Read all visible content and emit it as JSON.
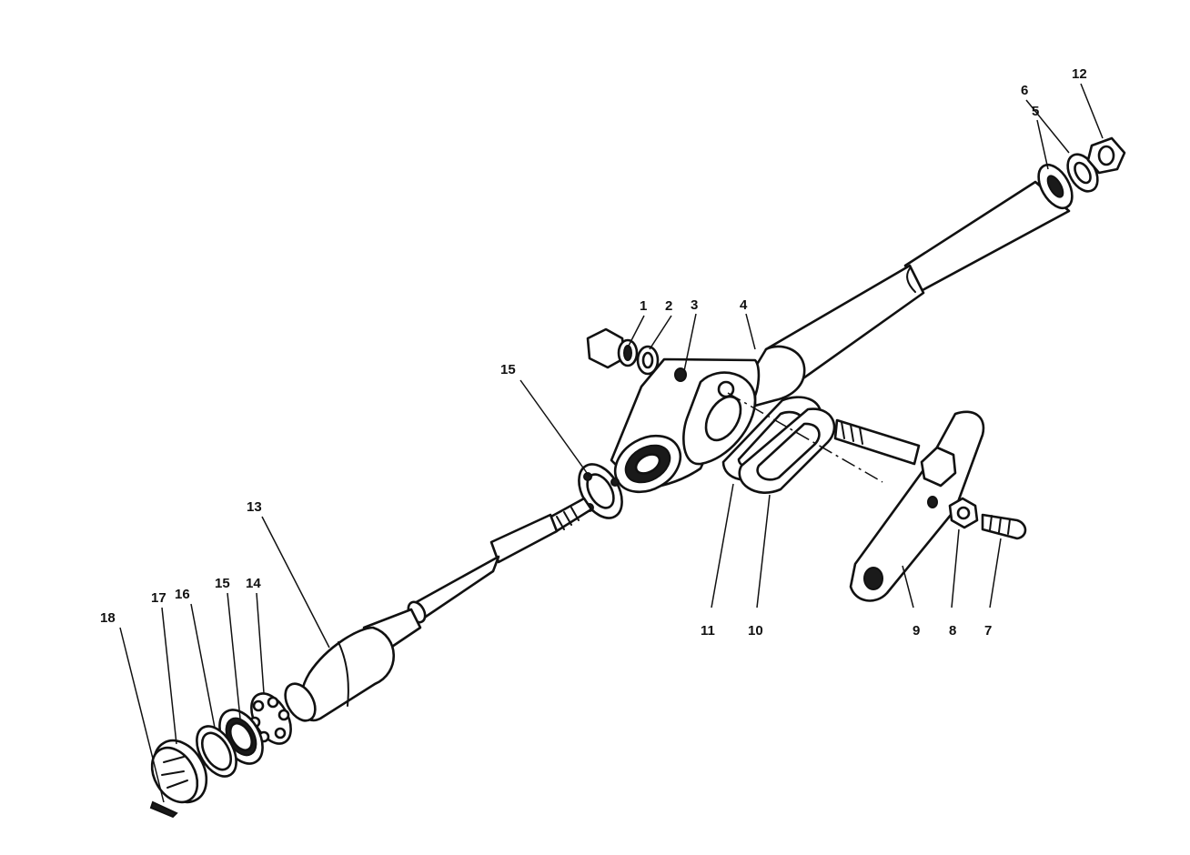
{
  "diagram": {
    "callouts": [
      {
        "id": "c1",
        "label": "1"
      },
      {
        "id": "c2",
        "label": "2"
      },
      {
        "id": "c3",
        "label": "3"
      },
      {
        "id": "c4",
        "label": "4"
      },
      {
        "id": "c5",
        "label": "5"
      },
      {
        "id": "c6",
        "label": "6"
      },
      {
        "id": "c12",
        "label": "12"
      },
      {
        "id": "c15a",
        "label": "15"
      },
      {
        "id": "c13",
        "label": "13"
      },
      {
        "id": "c14",
        "label": "14"
      },
      {
        "id": "c15b",
        "label": "15"
      },
      {
        "id": "c16",
        "label": "16"
      },
      {
        "id": "c17",
        "label": "17"
      },
      {
        "id": "c18",
        "label": "18"
      },
      {
        "id": "c11",
        "label": "11"
      },
      {
        "id": "c10",
        "label": "10"
      },
      {
        "id": "c9",
        "label": "9"
      },
      {
        "id": "c8",
        "label": "8"
      },
      {
        "id": "c7",
        "label": "7"
      }
    ]
  }
}
